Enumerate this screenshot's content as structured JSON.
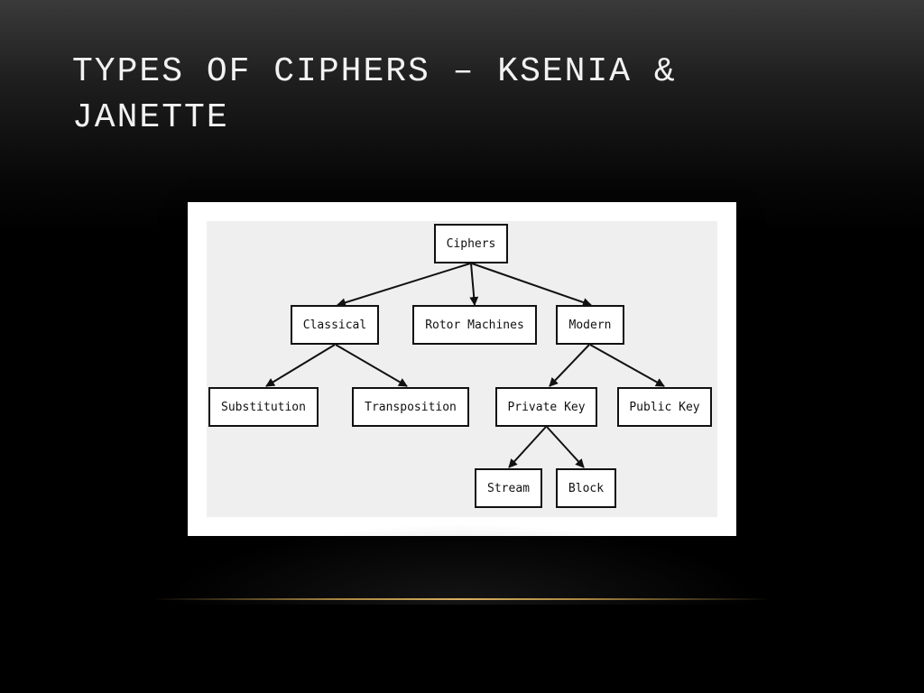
{
  "slide": {
    "title": "TYPES OF CIPHERS – KSENIA & JANETTE"
  },
  "diagram": {
    "nodes": {
      "ciphers": "Ciphers",
      "classical": "Classical",
      "rotor_machines": "Rotor Machines",
      "modern": "Modern",
      "substitution": "Substitution",
      "transposition": "Transposition",
      "private_key": "Private Key",
      "public_key": "Public Key",
      "stream": "Stream",
      "block": "Block"
    },
    "edges": [
      [
        "Ciphers",
        "Classical"
      ],
      [
        "Ciphers",
        "Rotor Machines"
      ],
      [
        "Ciphers",
        "Modern"
      ],
      [
        "Classical",
        "Substitution"
      ],
      [
        "Classical",
        "Transposition"
      ],
      [
        "Modern",
        "Private Key"
      ],
      [
        "Modern",
        "Public Key"
      ],
      [
        "Private Key",
        "Stream"
      ],
      [
        "Private Key",
        "Block"
      ]
    ]
  },
  "colors": {
    "diagram_background": "#efefef",
    "node_border": "#111111",
    "title_text": "#f2f2f2",
    "accent_line": "#d8b060"
  }
}
